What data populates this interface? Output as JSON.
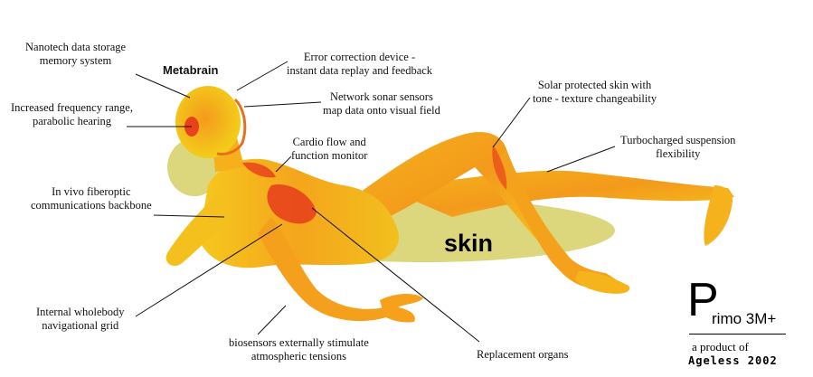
{
  "labels": {
    "nanotech": [
      "Nanotech data storage",
      "memory system"
    ],
    "metabrain": "Metabrain",
    "error_correction": [
      "Error correction device -",
      "instant data replay and feedback"
    ],
    "network_sonar": [
      "Network sonar sensors",
      "map data onto visual field"
    ],
    "frequency": [
      "Increased frequency range,",
      "parabolic hearing"
    ],
    "solar_skin": [
      "Solar protected skin with",
      "tone - texture changeability"
    ],
    "cardio": [
      "Cardio flow and",
      "function monitor"
    ],
    "suspension": [
      "Turbocharged suspension",
      "flexibility"
    ],
    "fiberoptic": [
      "In vivo fiberoptic",
      "communications backbone"
    ],
    "skin": "skin",
    "navigational": [
      "Internal wholebody",
      "navigational grid"
    ],
    "biosensors": [
      "biosensors externally stimulate",
      "atmospheric tensions"
    ],
    "organs": "Replacement organs"
  },
  "branding": {
    "p_letter": "P",
    "product_name": "rimo 3M+",
    "tagline": "a product of",
    "company": "Ageless 2002"
  },
  "colors": {
    "body_yellow": "#f3d21a",
    "body_orange": "#f59a1c",
    "body_red": "#e8421c",
    "shadow": "#d6cf66"
  }
}
